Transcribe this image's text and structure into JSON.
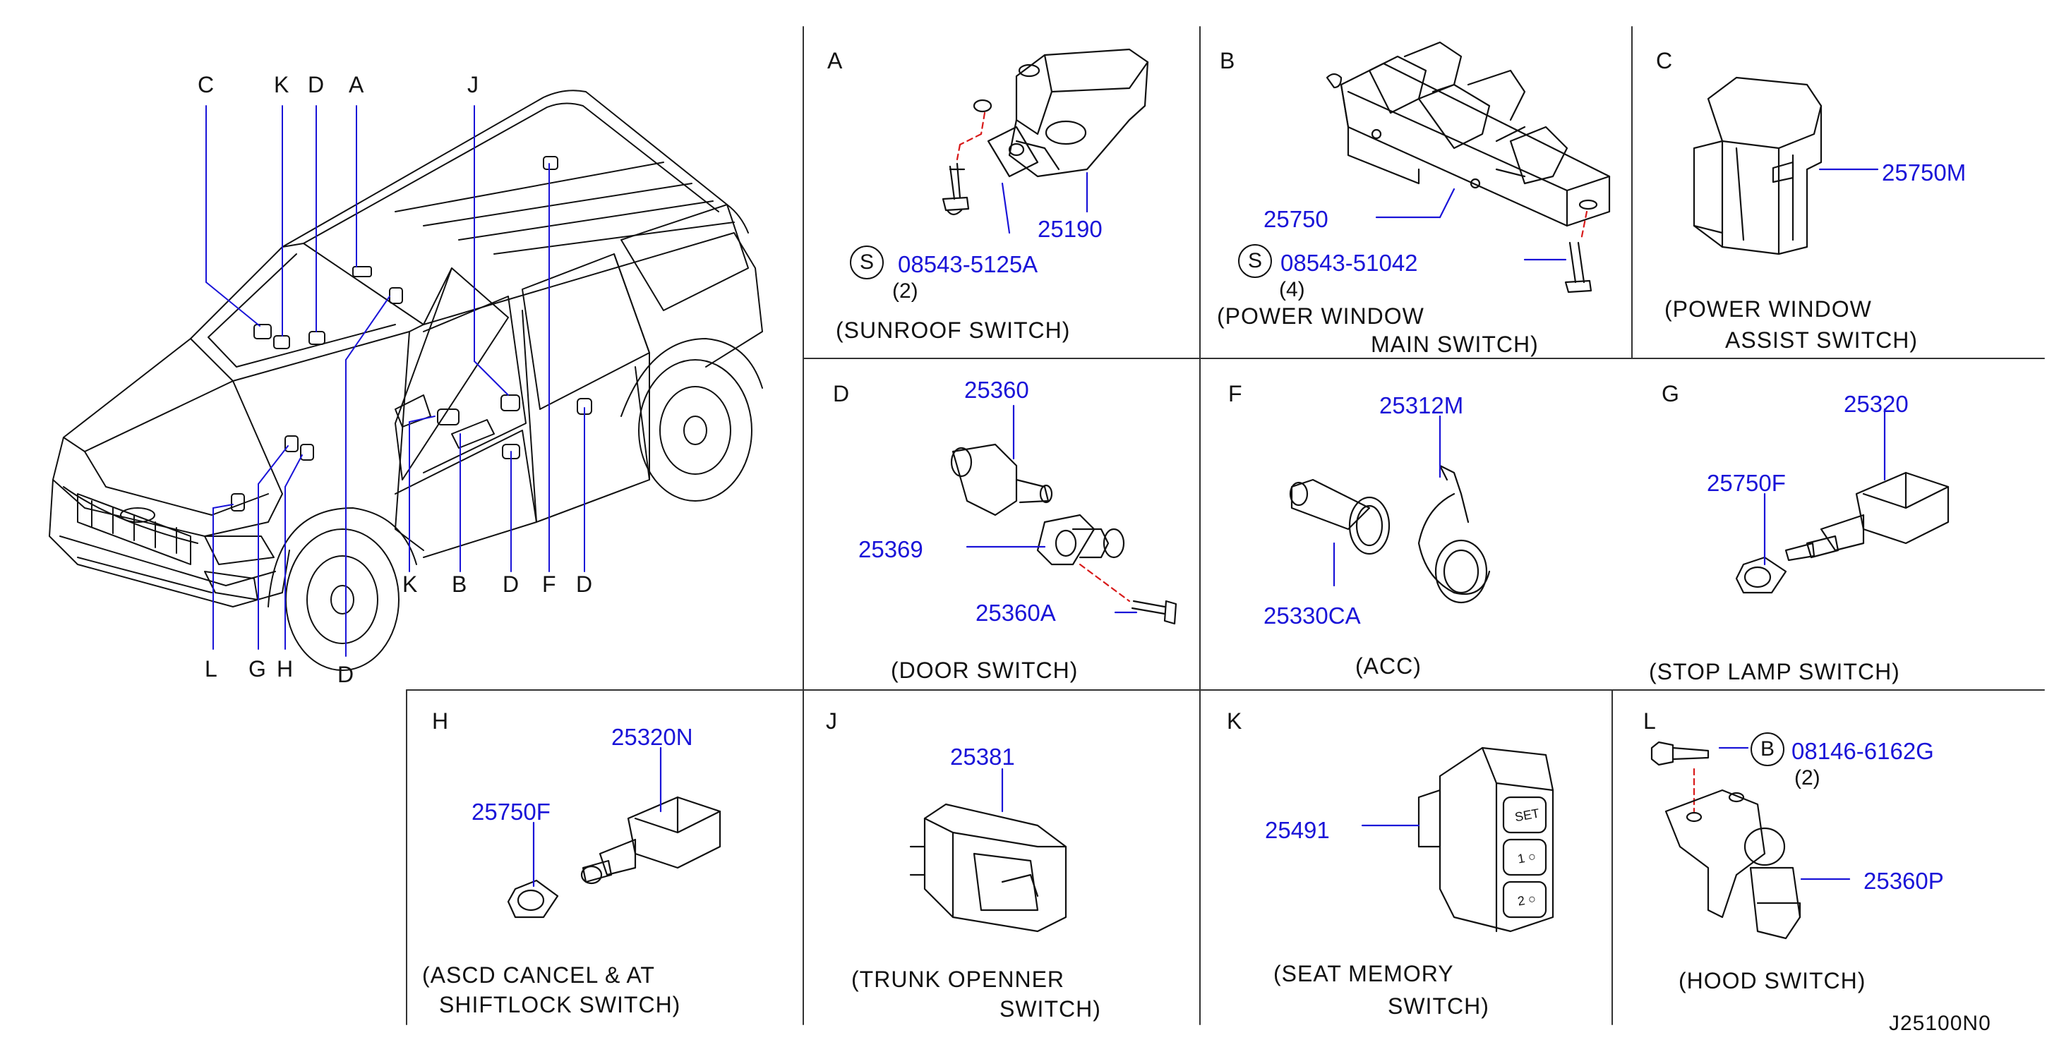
{
  "vehicle_callouts": [
    "C",
    "K",
    "D",
    "A",
    "J",
    "K",
    "B",
    "D",
    "F",
    "D",
    "L",
    "G",
    "H",
    "D"
  ],
  "panels": {
    "A": {
      "letter": "A",
      "parts": [
        "25190"
      ],
      "screw": {
        "symbol": "S",
        "code": "08543-5125A",
        "qty": "(2)"
      },
      "caption": "(SUNROOF  SWITCH)"
    },
    "B": {
      "letter": "B",
      "parts": [
        "25750"
      ],
      "screw": {
        "symbol": "S",
        "code": "08543-51042",
        "qty": "(4)"
      },
      "caption_line1": "(POWER  WINDOW",
      "caption_line2": "MAIN  SWITCH)"
    },
    "C": {
      "letter": "C",
      "parts": [
        "25750M"
      ],
      "caption_line1": "(POWER  WINDOW",
      "caption_line2": "ASSIST  SWITCH)"
    },
    "D": {
      "letter": "D",
      "parts": [
        "25360",
        "25369",
        "25360A"
      ],
      "caption": "(DOOR  SWITCH)"
    },
    "F": {
      "letter": "F",
      "parts": [
        "25312M",
        "25330CA"
      ],
      "caption": "(ACC)"
    },
    "G": {
      "letter": "G",
      "parts": [
        "25320",
        "25750F"
      ],
      "caption": "(STOP  LAMP       SWITCH)"
    },
    "H": {
      "letter": "H",
      "parts": [
        "25320N",
        "25750F"
      ],
      "caption_line1": "(ASCD  CANCEL  &  AT",
      "caption_line2": "SHIFTLOCK  SWITCH)"
    },
    "J": {
      "letter": "J",
      "parts": [
        "25381"
      ],
      "caption_line1": "(TRUNK  OPENNER",
      "caption_line2": "SWITCH)"
    },
    "K": {
      "letter": "K",
      "parts": [
        "25491"
      ],
      "caption_line1": "(SEAT  MEMORY",
      "caption_line2": "SWITCH)"
    },
    "L": {
      "letter": "L",
      "parts": [
        "25360P"
      ],
      "bolt": {
        "symbol": "B",
        "code": "08146-6162G",
        "qty": "(2)"
      },
      "caption": "(HOOD  SWITCH)"
    }
  },
  "diagram_id": "J25100N0",
  "colors": {
    "part_number": "#1a14d8",
    "ink": "#111111",
    "leader": "#1a14d8",
    "dash": "#d81a1a"
  }
}
